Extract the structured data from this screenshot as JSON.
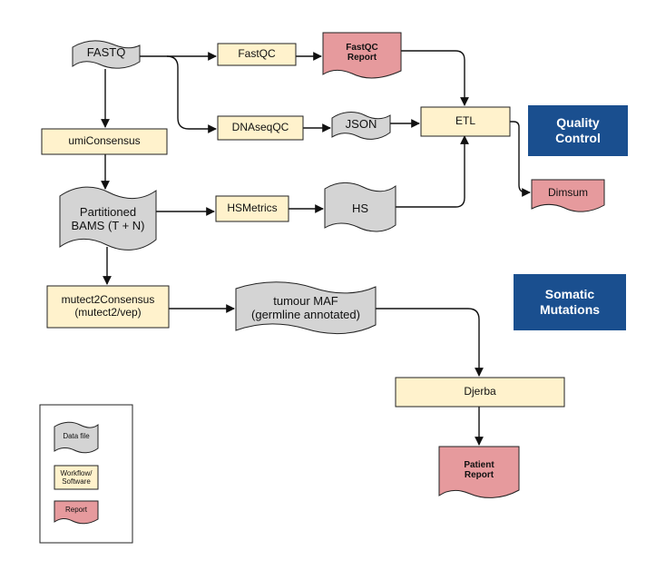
{
  "colors": {
    "data_file_fill": "#d4d4d4",
    "workflow_fill": "#fff2cc",
    "report_fill": "#e69a9d",
    "banner_fill": "#1a4f8f",
    "banner_text": "#ffffff",
    "stroke": "#222222"
  },
  "nodes": {
    "fastq": "FASTQ",
    "fastqc": "FastQC",
    "fastqc_report": "FastQC\nReport",
    "dnaseqqc": "DNAseqQC",
    "json": "JSON",
    "etl": "ETL",
    "umiconsensus": "umiConsensus",
    "partitioned_bams": "Partitioned\nBAMS (T + N)",
    "hsmetrics": "HSMetrics",
    "hs": "HS",
    "dimsum": "Dimsum",
    "mutect2consensus": "mutect2Consensus\n(mutect2/vep)",
    "tumour_maf": "tumour MAF\n(germline annotated)",
    "djerba": "Djerba",
    "patient_report": "Patient\nReport"
  },
  "banners": {
    "quality_control": "Quality\nControl",
    "somatic_mutations": "Somatic\nMutations"
  },
  "legend": {
    "data_file": "Data file",
    "workflow_software": "Workflow/\nSoftware",
    "report": "Report"
  },
  "edges": [
    [
      "fastq",
      "fastqc"
    ],
    [
      "fastqc",
      "fastqc_report"
    ],
    [
      "fastq",
      "dnaseqqc"
    ],
    [
      "dnaseqqc",
      "json"
    ],
    [
      "json",
      "etl"
    ],
    [
      "fastqc_report",
      "etl"
    ],
    [
      "fastq",
      "umiconsensus"
    ],
    [
      "umiconsensus",
      "partitioned_bams"
    ],
    [
      "partitioned_bams",
      "hsmetrics"
    ],
    [
      "hsmetrics",
      "hs"
    ],
    [
      "hs",
      "etl"
    ],
    [
      "etl",
      "dimsum"
    ],
    [
      "partitioned_bams",
      "mutect2consensus"
    ],
    [
      "mutect2consensus",
      "tumour_maf"
    ],
    [
      "tumour_maf",
      "djerba"
    ],
    [
      "djerba",
      "patient_report"
    ]
  ]
}
